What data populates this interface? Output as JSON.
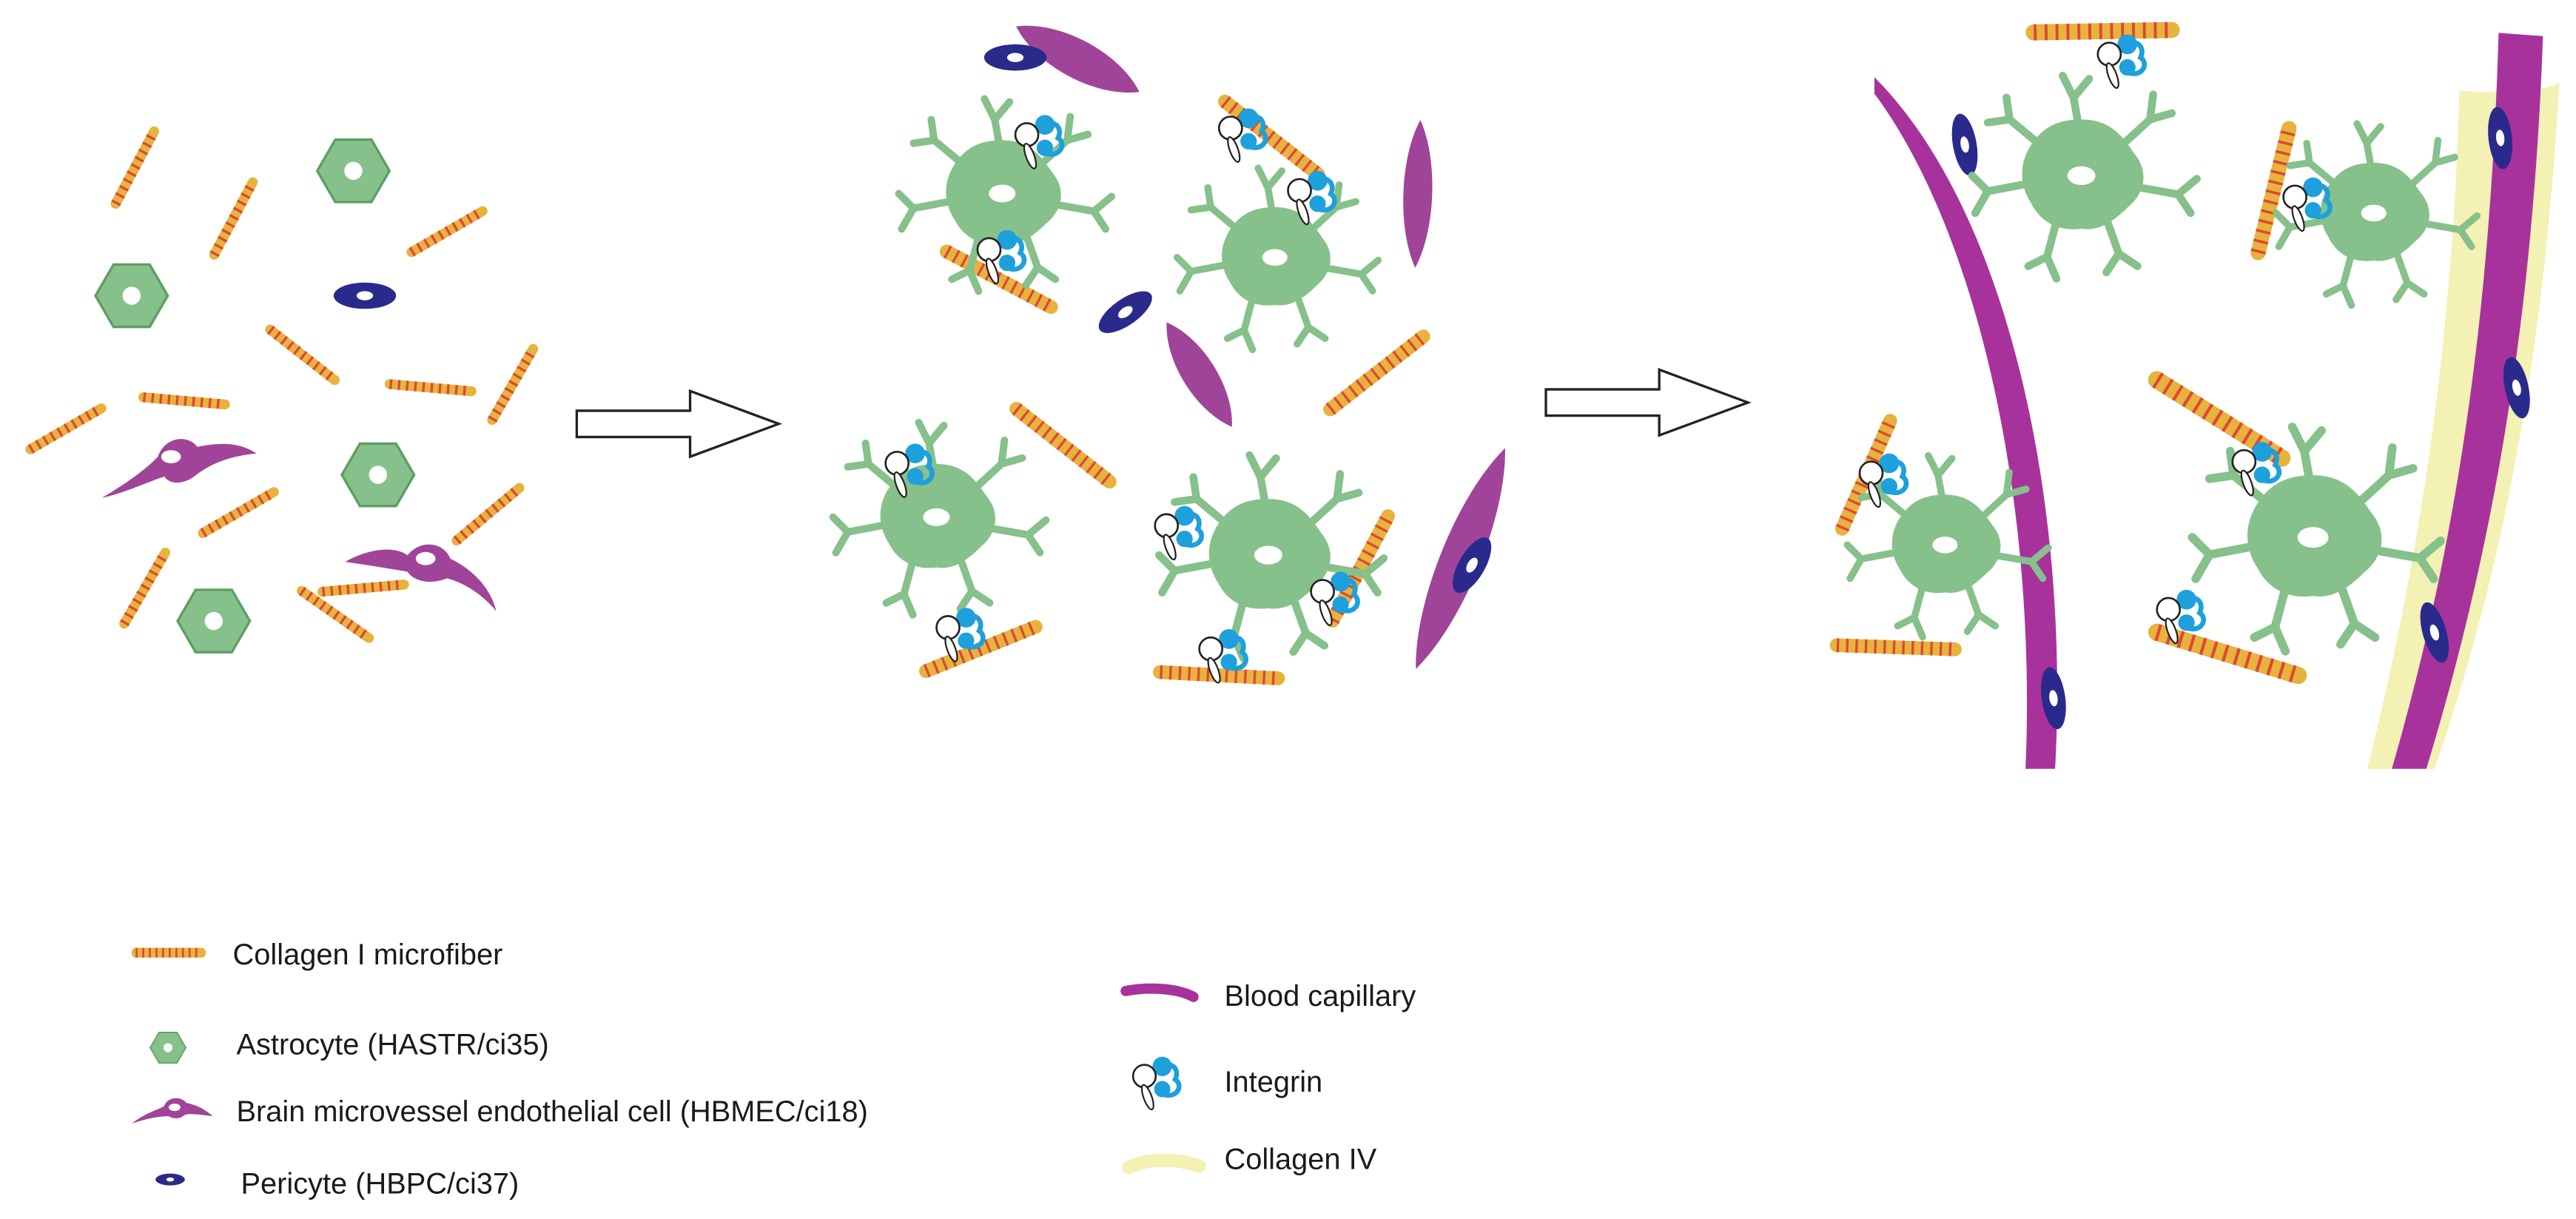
{
  "colors": {
    "collagen_fill": "#e6b43c",
    "collagen_stripe": "#e0453a",
    "astrocyte": "#86c08a",
    "endothelial": "#a0449a",
    "capillary": "#a8329b",
    "pericyte": "#2a2a8c",
    "integrin_blue": "#1ea0dc",
    "collagen_iv": "#f3f1b4"
  },
  "legend": {
    "collagen_i": "Collagen I microfiber",
    "astrocyte": "Astrocyte (HASTR/ci35)",
    "hbmec": "Brain microvessel endothelial cell (HBMEC/ci18)",
    "pericyte": "Pericyte (HBPC/ci37)",
    "capillary": "Blood capillary",
    "integrin": "Integrin",
    "collagen_iv": "Collagen IV"
  }
}
